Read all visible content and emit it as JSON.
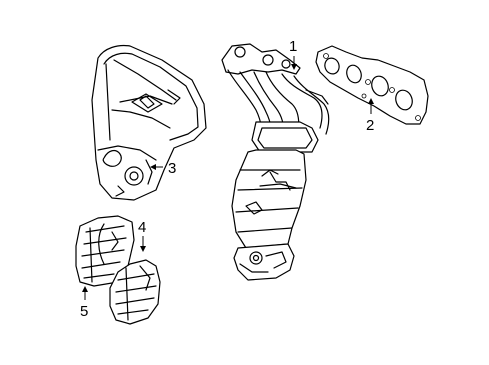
{
  "diagram": {
    "callouts": [
      {
        "id": "callout-1",
        "label": "1"
      },
      {
        "id": "callout-2",
        "label": "2"
      },
      {
        "id": "callout-3",
        "label": "3"
      },
      {
        "id": "callout-4",
        "label": "4"
      },
      {
        "id": "callout-5",
        "label": "5"
      }
    ],
    "parts": {
      "heat_shield_upper": "callout-3",
      "exhaust_manifold_converter": "callout-1",
      "manifold_gasket": "callout-2",
      "lower_shield_right": "callout-4",
      "lower_shield_left": "callout-5"
    },
    "colors": {
      "line": "#000000",
      "background": "#ffffff"
    }
  }
}
